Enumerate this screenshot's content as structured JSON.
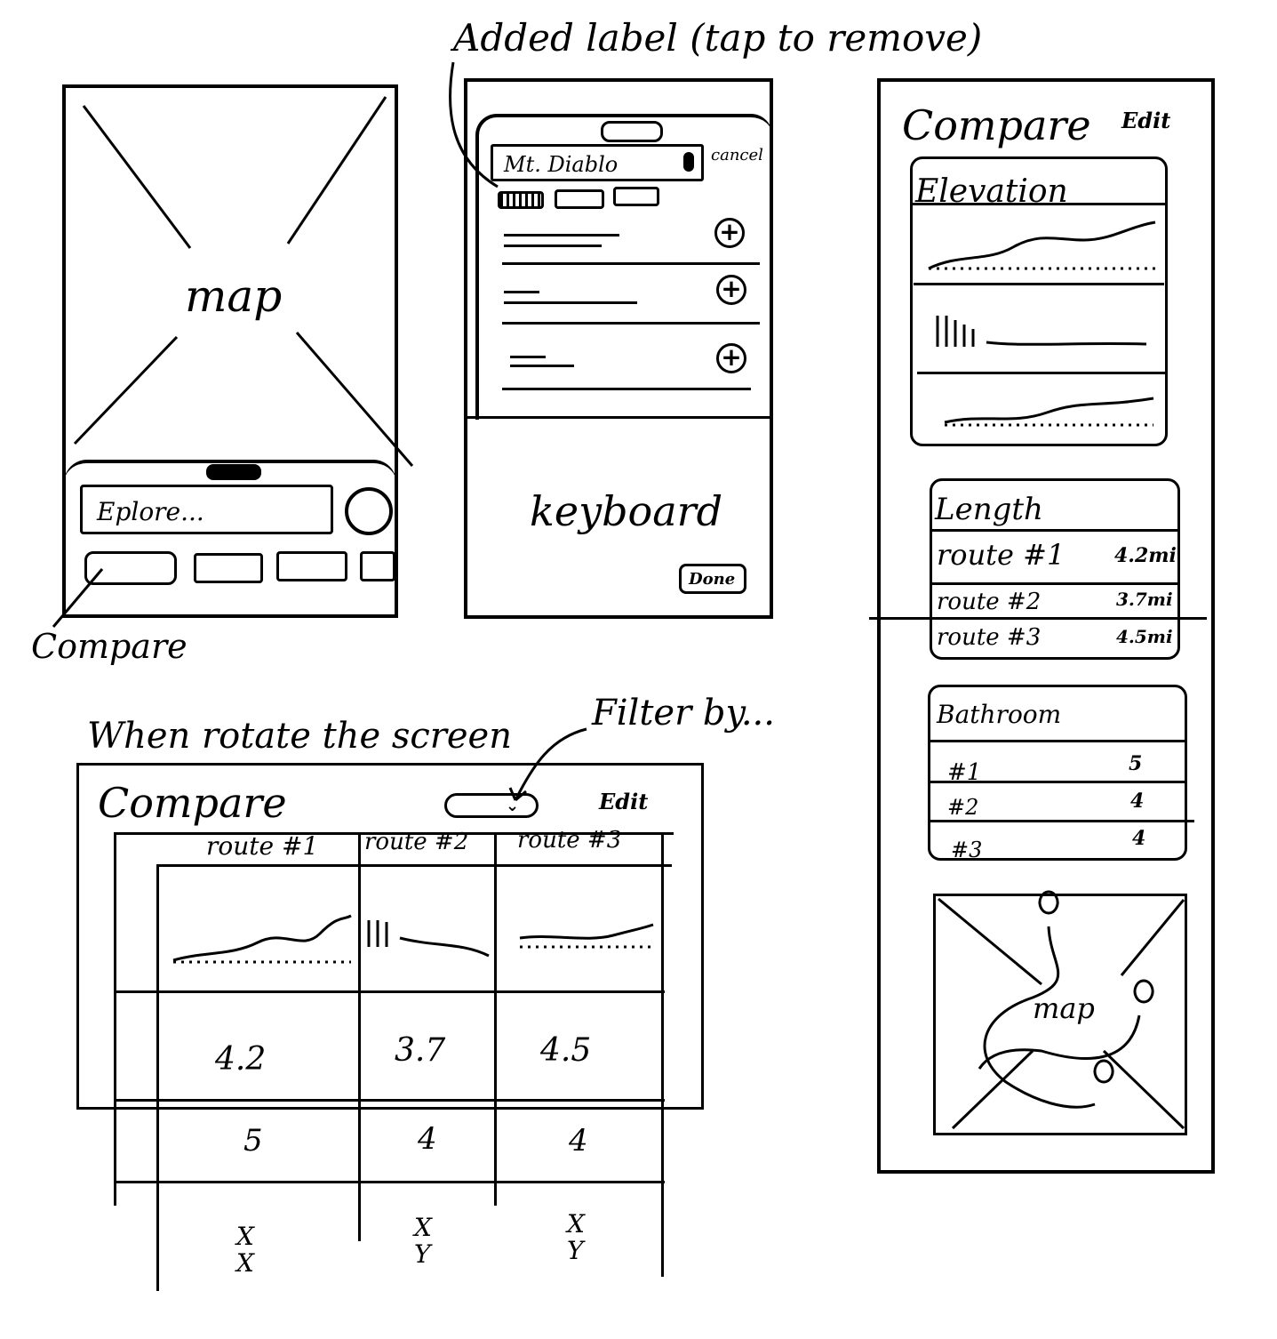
{
  "sketch1": {
    "map_label": "map",
    "search_text": "Eplore...",
    "annotation": "Compare"
  },
  "sketch2": {
    "annotation": "Added label (tap to remove)",
    "search_text": "Mt. Diablo",
    "cancel_label": "cancel",
    "keyboard_label": "keyboard",
    "done_label": "Done"
  },
  "sketch3": {
    "title": "Compare",
    "edit_label": "Edit",
    "elevation": {
      "heading": "Elevation"
    },
    "length": {
      "heading": "Length",
      "rows": [
        {
          "route": "route #1",
          "value": "4.2mi"
        },
        {
          "route": "route #2",
          "value": "3.7mi"
        },
        {
          "route": "route #3",
          "value": "4.5mi"
        }
      ]
    },
    "bathroom": {
      "heading": "Bathroom",
      "rows": [
        {
          "route": "#1",
          "value": "5"
        },
        {
          "route": "#2",
          "value": "4"
        },
        {
          "route": "#3",
          "value": "4"
        }
      ]
    },
    "map_label": "map"
  },
  "sketch4": {
    "annotation": "When rotate the screen",
    "filter_annotation": "Filter by...",
    "title": "Compare",
    "edit_label": "Edit",
    "columns": [
      "route #1",
      "route #2",
      "route #3"
    ],
    "length_values": [
      "4.2",
      "3.7",
      "4.5"
    ],
    "bathroom_values": [
      "5",
      "4",
      "4"
    ],
    "last_row_values": [
      [
        "X",
        "X"
      ],
      [
        "X",
        "Y"
      ],
      [
        "X",
        "Y"
      ]
    ]
  }
}
